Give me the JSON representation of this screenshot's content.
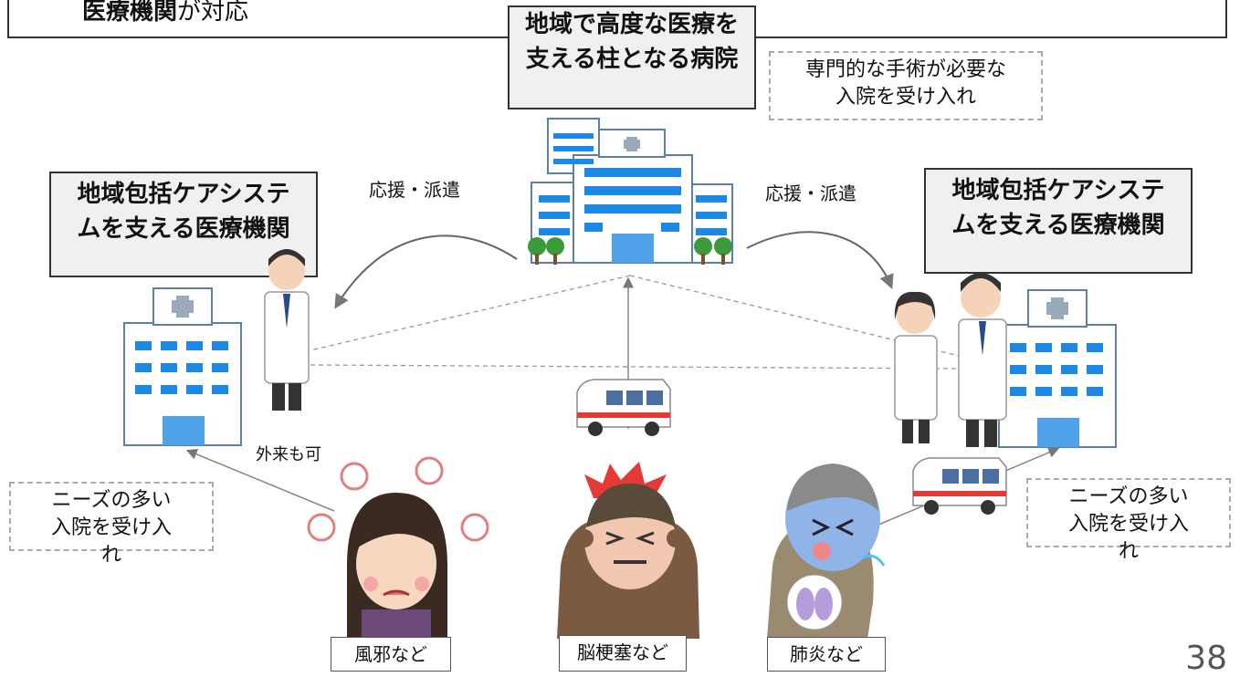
{
  "header": {
    "text_bold": "医療機関",
    "text_rest": "が対応"
  },
  "central_hospital": {
    "title": "地域で高度な医療を支える柱となる病院",
    "note": "専門的な手術が必要な入院を受け入れ"
  },
  "left": {
    "support_label": "応援・派遣",
    "institution": "地域包括ケアシステムを支える医療機関",
    "outpatient_note": "外来も可",
    "needs_note": "ニーズの多い入院を受け入れ"
  },
  "right": {
    "support_label": "応援・派遣",
    "institution": "地域包括ケアシステムを支える医療機関",
    "needs_note": "ニーズの多い入院を受け入れ"
  },
  "patients": [
    {
      "caption": "風邪など"
    },
    {
      "caption": "脳梗塞など"
    },
    {
      "caption": "肺炎など"
    }
  ],
  "page_number": "38",
  "colors": {
    "window_blue": "#1e88e5",
    "building_line": "#5a7fa8",
    "tree_green": "#3c9a3c",
    "gray_box": "#f0f0f0"
  }
}
